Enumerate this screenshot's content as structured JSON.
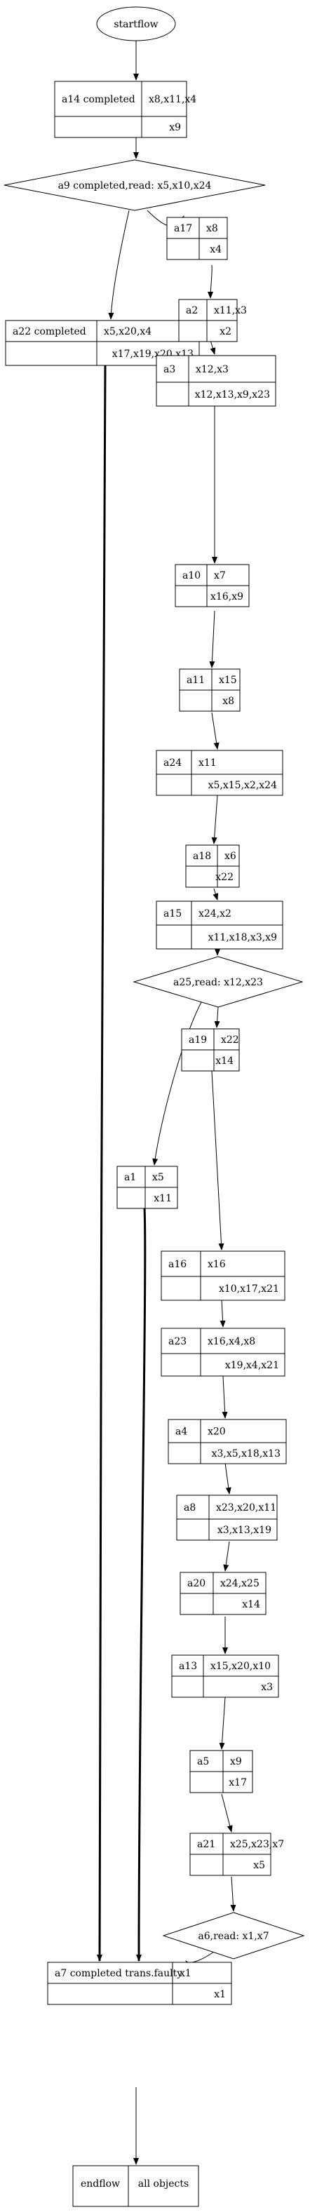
{
  "start": {
    "label": "startflow"
  },
  "end": {
    "label": "endflow",
    "objects": "all objects"
  },
  "boxes": [
    {
      "id": "a14",
      "label": "a14 completed",
      "top": "x8,x11,x4",
      "bottom": "x9"
    },
    {
      "id": "a22",
      "label": "a22 completed",
      "top": "x5,x20,x4",
      "bottom": "x17,x19,x20,x13"
    },
    {
      "id": "a17",
      "label": "a17",
      "top": "x8",
      "bottom": "x4"
    },
    {
      "id": "a2",
      "label": "a2",
      "top": "x11,x3",
      "bottom": "x2"
    },
    {
      "id": "a3",
      "label": "a3",
      "top": "x12,x3",
      "bottom": "x12,x13,x9,x23"
    },
    {
      "id": "a10",
      "label": "a10",
      "top": "x7",
      "bottom": "x16,x9"
    },
    {
      "id": "a11",
      "label": "a11",
      "top": "x15",
      "bottom": "x8"
    },
    {
      "id": "a24",
      "label": "a24",
      "top": "x11",
      "bottom": "x5,x15,x2,x24"
    },
    {
      "id": "a18",
      "label": "a18",
      "top": "x6",
      "bottom": "x22"
    },
    {
      "id": "a15",
      "label": "a15",
      "top": "x24,x2",
      "bottom": "x11,x18,x3,x9"
    },
    {
      "id": "a19",
      "label": "a19",
      "top": "x22",
      "bottom": "x14"
    },
    {
      "id": "a1",
      "label": "a1",
      "top": "x5",
      "bottom": "x11"
    },
    {
      "id": "a16",
      "label": "a16",
      "top": "x16",
      "bottom": "x10,x17,x21"
    },
    {
      "id": "a23",
      "label": "a23",
      "top": "x16,x4,x8",
      "bottom": "x19,x4,x21"
    },
    {
      "id": "a4",
      "label": "a4",
      "top": "x20",
      "bottom": "x3,x5,x18,x13"
    },
    {
      "id": "a8",
      "label": "a8",
      "top": "x23,x20,x11",
      "bottom": "x3,x13,x19"
    },
    {
      "id": "a20",
      "label": "a20",
      "top": "x24,x25",
      "bottom": "x14"
    },
    {
      "id": "a13",
      "label": "a13",
      "top": "x15,x20,x10",
      "bottom": "x3"
    },
    {
      "id": "a5",
      "label": "a5",
      "top": "x9",
      "bottom": "x17"
    },
    {
      "id": "a21",
      "label": "a21",
      "top": "x25,x23,x7",
      "bottom": "x5"
    },
    {
      "id": "a7",
      "label": "a7 completed trans.faulty",
      "top": "x1",
      "bottom": "x1"
    }
  ],
  "decisions": [
    {
      "id": "a9",
      "label": "a9 completed,read: x5,x10,x24"
    },
    {
      "id": "a25",
      "label": "a25,read: x12,x23"
    },
    {
      "id": "a6",
      "label": "a6,read: x1,x7"
    }
  ]
}
